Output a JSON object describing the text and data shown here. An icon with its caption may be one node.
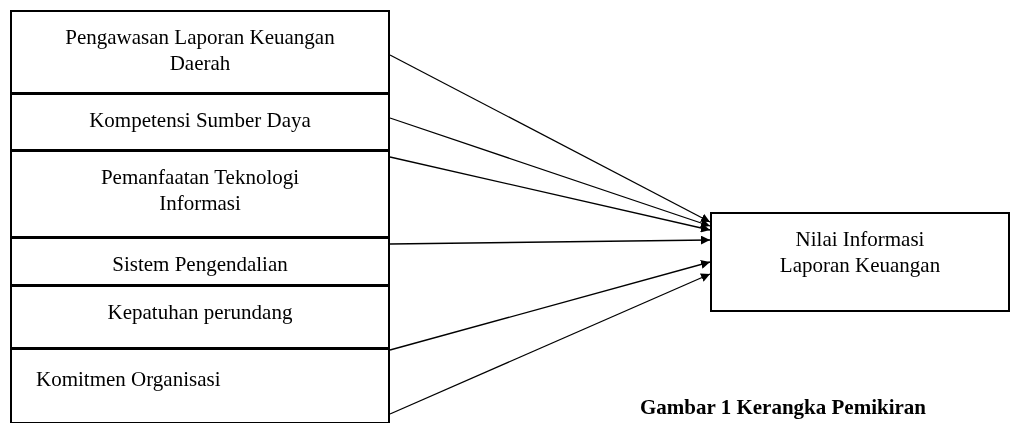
{
  "diagram": {
    "nodes": [
      {
        "text": [
          "Pengawasan Laporan Keuangan Daerah"
        ]
      },
      {
        "text": [
          "Kompetensi Sumber Daya"
        ]
      },
      {
        "text": [
          "Pemanfaatan Teknologi Informasi"
        ]
      },
      {
        "text": [
          "Sistem Pengendalian"
        ]
      },
      {
        "text": [
          "Kepatuhan perundang"
        ]
      },
      {
        "text": [
          "Komitmen Organisasi"
        ]
      },
      {
        "text": [
          "Nilai Informasi Laporan Keuangan"
        ]
      }
    ],
    "edges": [
      {
        "from": 0,
        "to": 6,
        "arrow": "to"
      },
      {
        "from": 1,
        "to": 6,
        "arrow": "to"
      },
      {
        "from": 2,
        "to": 6,
        "arrow": "to"
      },
      {
        "from": 3,
        "to": 6,
        "arrow": "to"
      },
      {
        "from": 4,
        "to": 6,
        "arrow": "to"
      },
      {
        "from": 5,
        "to": 6,
        "arrow": "to"
      }
    ],
    "labels": [
      "Gambar 1 Kerangka Pemikiran"
    ]
  }
}
